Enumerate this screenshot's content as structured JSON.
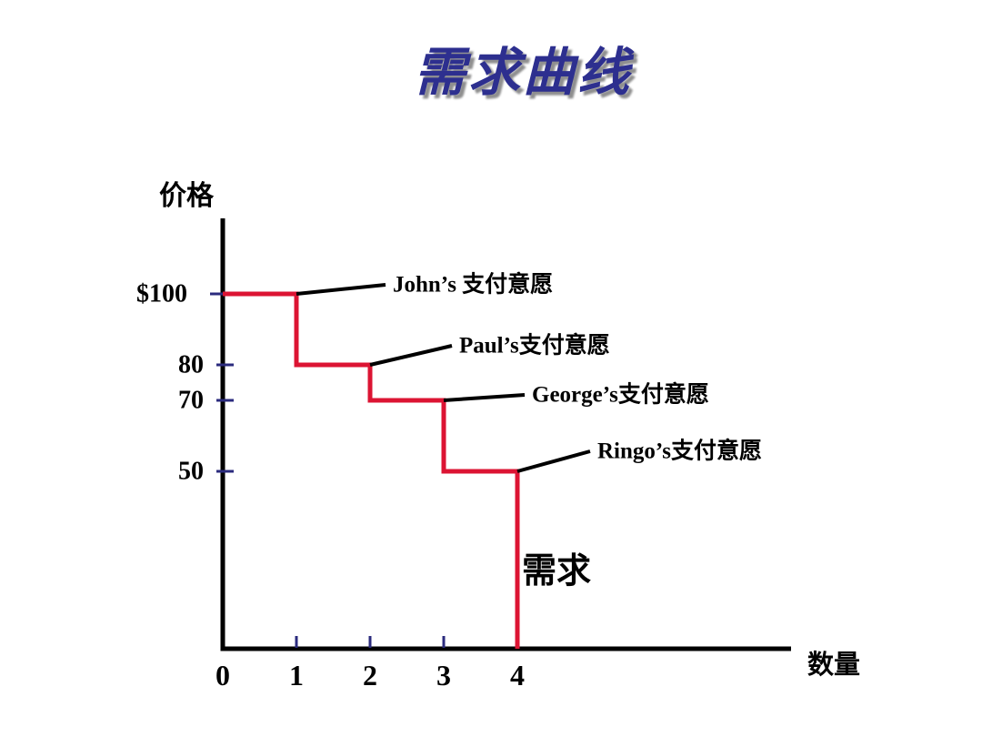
{
  "chart_data": {
    "type": "line",
    "subtype": "step-function-demand-curve",
    "title": "需求曲线",
    "xlabel": "数量",
    "ylabel": "价格",
    "curve_label": "需求",
    "xlim": [
      0,
      7.7
    ],
    "ylim": [
      0,
      121
    ],
    "grid": false,
    "legend": "none",
    "x_ticks": [
      {
        "value": 0,
        "label": "0"
      },
      {
        "value": 1,
        "label": "1"
      },
      {
        "value": 2,
        "label": "2"
      },
      {
        "value": 3,
        "label": "3"
      },
      {
        "value": 4,
        "label": "4"
      }
    ],
    "y_ticks": [
      {
        "value": 100,
        "label": "$100"
      },
      {
        "value": 80,
        "label": "80"
      },
      {
        "value": 70,
        "label": "70"
      },
      {
        "value": 50,
        "label": "50"
      }
    ],
    "series": [
      {
        "name": "需求",
        "points": [
          [
            0,
            100
          ],
          [
            1,
            100
          ],
          [
            1,
            80
          ],
          [
            2,
            80
          ],
          [
            2,
            70
          ],
          [
            3,
            70
          ],
          [
            3,
            50
          ],
          [
            4,
            50
          ],
          [
            4,
            0
          ]
        ]
      }
    ],
    "annotations": [
      {
        "label": "John’s 支付意愿",
        "price": 100,
        "quantity": 1
      },
      {
        "label": "Paul’s支付意愿",
        "price": 80,
        "quantity": 2
      },
      {
        "label": "George’s支付意愿",
        "price": 70,
        "quantity": 3
      },
      {
        "label": "Ringo’s支付意愿",
        "price": 50,
        "quantity": 4
      }
    ],
    "colors": {
      "curve": "#DC1433",
      "axis": "#000000",
      "ticks": "#2B2B7E",
      "text": "#000000",
      "title": "#2D2F8F"
    }
  }
}
